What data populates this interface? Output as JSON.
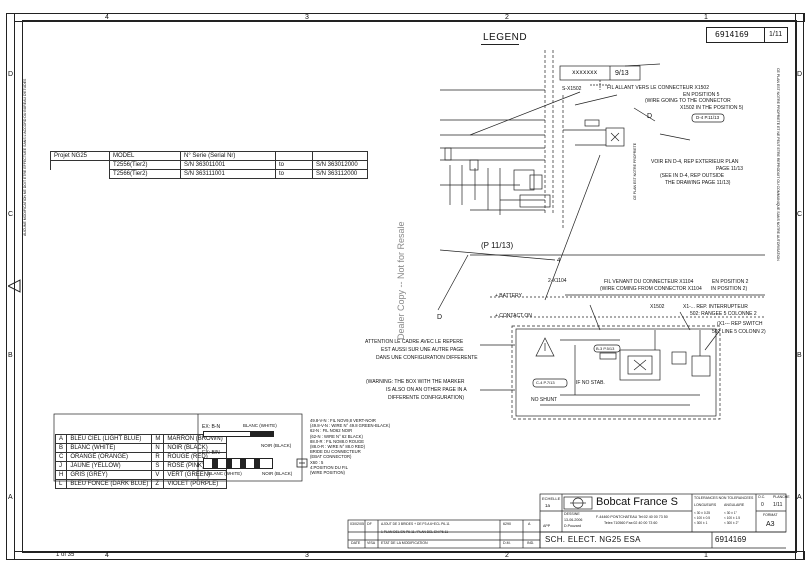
{
  "frame": {
    "columns_top": [
      "4",
      "3",
      "2",
      "1"
    ],
    "columns_bottom": [
      "4",
      "3",
      "2",
      "1"
    ],
    "rows_left": [
      "D",
      "C",
      "B",
      "A"
    ],
    "rows_right": [
      "D",
      "C",
      "B",
      "A"
    ],
    "left_margin_note": "AUCUNE MODIFICATION NE DOIT ETRE EFFECTUEE SANS L'ACCORD DU BUREAU D'ETUDES",
    "right_margin_note": "CE PLAN EST NOTRE PROPRIETE ET NE PEUT ETRE REPRODUIT OU COMMUNIQUE SANS NOTRE AUTORISATION"
  },
  "header_box": {
    "drawing_no": "6914169",
    "sheet": "1/11"
  },
  "legend_title": "LEGEND",
  "watermark": "Dealer Copy -- Not for Resale",
  "model_table": {
    "project": "Projet NG25",
    "headers": [
      "MODEL",
      "N° Serie (Serial Nr)",
      "",
      ""
    ],
    "rows": [
      [
        "T2556(Tier2)",
        "S/N 363011001",
        "to",
        "S/N 363012000"
      ],
      [
        "T2566(Tier2)",
        "S/N 363111001",
        "to",
        "S/N 363112000"
      ]
    ]
  },
  "legend_top": {
    "connector_box": "xxxxxxx",
    "connector_page": "9/13",
    "s_x1502": "S-X1502",
    "wire_to_connector": [
      "FIL ALLANT VERS LE CONNECTEUR X1502",
      "EN POSITION 5",
      "(WIRE GOING TO THE CONNECTOR",
      "X1502 IN THE POSITION 5)"
    ],
    "d_label": "D",
    "d4_ref": "D-4 P.11/13",
    "see_d4": [
      "VOIR EN D-4, REP EXTERIEUR PLAN",
      "PAGE 11/13",
      "(SEE IN D-4, REP OUTSIDE",
      "THE DRAWING PAGE 11/13)"
    ],
    "vertical_note": "CE PLAN EST NOTRE PROPRIETE"
  },
  "legend_mid": {
    "page_ref": "(P 11/13)",
    "marker_4": "4",
    "x1104": "2-X1104",
    "battery": "+ BATTERY",
    "contact": "+ CONTACT ON",
    "wire_from_connector": [
      "FIL VENANT DU CONNECTEUR X1104",
      "(WIRE COMING FROM CONNECTOR X1104",
      "EN POSITION 2",
      "IN POSITION 2)"
    ],
    "x1502b": "X1502",
    "switch_ref": [
      "X1-... REP. INTERRUPTEUR",
      "502: RANGEE 5 COLONNE 2",
      "(X1--- REP SWITCH",
      "502 LINE 5 COLONN 2)"
    ],
    "attention": [
      "ATTENTION LE CADRE AVEC LE REPERE",
      "EST AUSSI SUR UNE AUTRE PAGE",
      "DANS UNE CONFIGURATION DIFFERENTE"
    ],
    "warning": [
      "(WARNING: THE BOX WITH THE MARKER",
      "IS ALSO ON AN OTHER PAGE IN A",
      "DIFFERENTE CONFIGURATION)"
    ],
    "d_label2": "D",
    "if_no_stab": "IF NO STAB.",
    "no_shunt": "NO SHUNT",
    "ref_c4": "C-4 P.7/13",
    "ref_b3": "B-3 P.5/13"
  },
  "color_table": {
    "rows": [
      [
        "A",
        "BLEU CIEL (LIGHT BLUE)",
        "M",
        "MARRON (BROWN)"
      ],
      [
        "B",
        "BLANC (WHITE)",
        "N",
        "NOIR (BLACK)"
      ],
      [
        "C",
        "ORANGE (ORANGE)",
        "R",
        "ROUGE (RED)"
      ],
      [
        "J",
        "JAUNE (YELLOW)",
        "S",
        "ROSE (PINK)"
      ],
      [
        "H",
        "GRIS (GREY)",
        "V",
        "VERT (GREEN)"
      ],
      [
        "L",
        "BLEU FONCE (DARK BLUE)",
        "Z",
        "VIOLET (PURPLE)"
      ]
    ]
  },
  "wire_legend": {
    "e1": "EX: B-N",
    "e1_white": "BLANC (WHITE)",
    "e1_black": "NOIR (BLACK)",
    "e2": "EX: B/N",
    "e2_white": "BLANC (WHITE)",
    "e2_black": "NOIR (BLACK)",
    "notes": [
      "49.8-V-N : FIL NOV9,8 VERT-NOIR",
      "(49.8-V-N : WIRE N° 49.8 GREEN-BLACK)",
      "62-N : FIL NO62 NOIR",
      "(62-N : WIRE N° 62 BLACK)",
      "88.0-R : FIL NO88.0 ROUGE",
      "(88.0-R : WIRE N° 88.0 RED)",
      "BRIDE DU CONNECTEUR",
      "(EBAT CONNECTOR)",
      "X60 : 5",
      "4:POSITION DU FIL",
      "(WIRE POSITION)"
    ]
  },
  "title_block": {
    "scale_label": "ECHELLE",
    "scale_value": "1a",
    "company": "Bobcat France S",
    "address1": "F-44460 PONTCHATEAU Tel:02 40 00 73 50",
    "address2": "Telex:710560 Fax:02 40 00 73 60",
    "drawn_label": "DESSINE",
    "drawn_date": "13-06-2006",
    "drawn_by": "D.Pouzard",
    "approved_label": "APP",
    "tolerances": "TOLERANCES NON TOLERANCEES",
    "tol_head": [
      "LONGUEURS",
      "ANGULAIRE"
    ],
    "tol_rows": [
      "< 30   ± 0.25",
      "< 100  ± 0.5",
      "< 300  ± 1",
      "< 30  ± 1°",
      "< 100  ± 1.5",
      "< 300  ± 2°"
    ],
    "ecl_label": "O.C.",
    "ecl_value": "0",
    "planche_label": "PLANCHE",
    "planche_value": "1/11",
    "format_label": "FORMAT",
    "format_value": "A3",
    "title": "SCH. ELECT. NG25 ESA",
    "number": "6914169",
    "rev_row": [
      "03/02/05",
      "DF",
      "AJOUT DE 3 BRIDES + DE P3 A 6+ECL P6-11",
      "6290",
      "A"
    ],
    "rev_row2": "1 PLAN DEL EN P6-11 / PLAN DEL EN P6-11",
    "rev_head": [
      "DATE",
      "VISA",
      "ETAT DE LA MODIFICATION",
      "D.M.",
      "IND."
    ]
  },
  "footer": {
    "page": "1 of 35"
  }
}
